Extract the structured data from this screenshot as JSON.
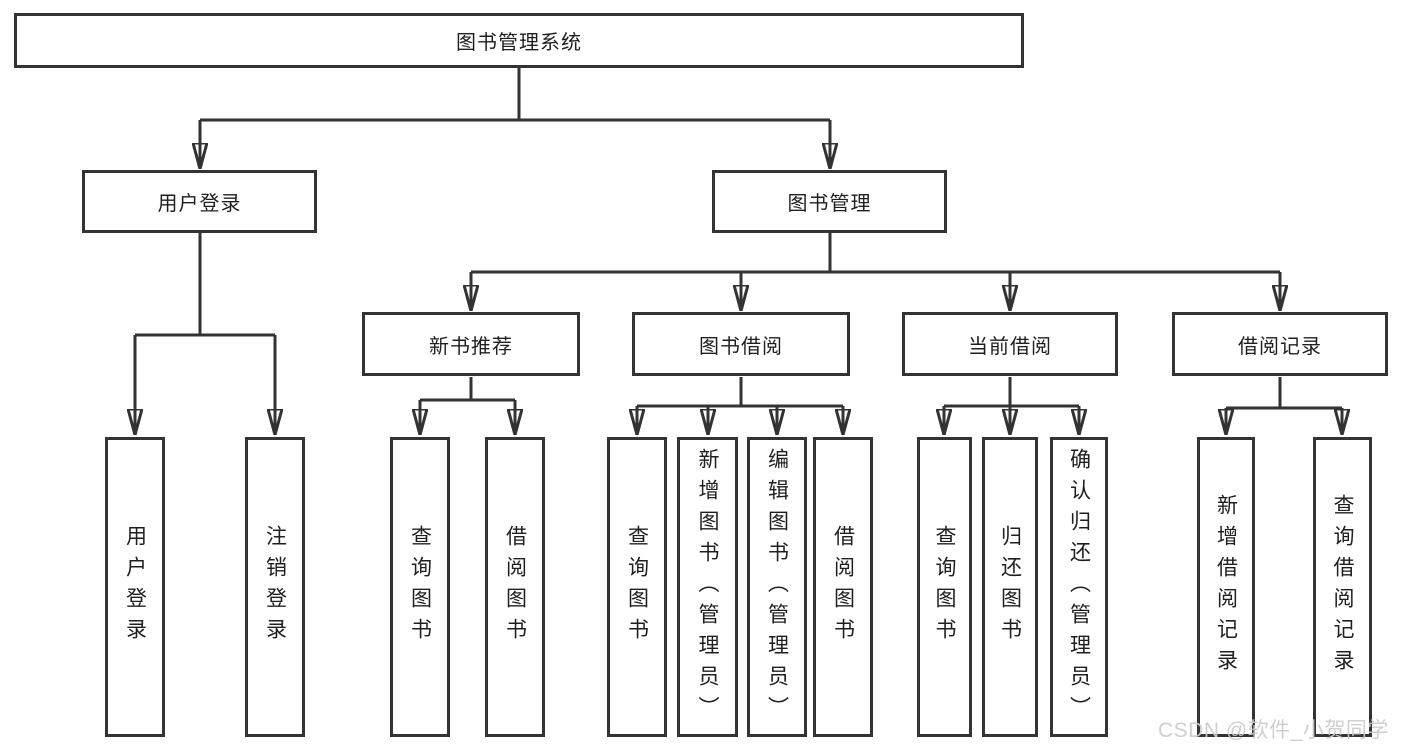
{
  "diagram": {
    "type": "tree",
    "title": "图书管理系统",
    "watermark": "CSDN @软件_小贺同学",
    "colors": {
      "line": "#333333",
      "border": "#333333",
      "background": "#ffffff",
      "text": "#1f1f1f",
      "watermark": "#cbcbcb"
    },
    "nodes": {
      "root": {
        "label": "图书管理系统"
      },
      "login": {
        "label": "用户登录"
      },
      "mgmt": {
        "label": "图书管理"
      },
      "newbook": {
        "label": "新书推荐"
      },
      "bookborrow": {
        "label": "图书借阅"
      },
      "current": {
        "label": "当前借阅"
      },
      "records": {
        "label": "借阅记录"
      },
      "login_user": {
        "label": "用户登录"
      },
      "login_logout": {
        "label": "注销登录"
      },
      "new_query": {
        "label": "查询图书"
      },
      "new_borrow": {
        "label": "借阅图书"
      },
      "bb_query": {
        "label": "查询图书"
      },
      "bb_add": {
        "label": "新增图书（管理员）"
      },
      "bb_edit": {
        "label": "编辑图书（管理员）"
      },
      "bb_borrow": {
        "label": "借阅图书"
      },
      "cur_query": {
        "label": "查询图书"
      },
      "cur_return": {
        "label": "归还图书"
      },
      "cur_confirm": {
        "label": "确认归还（管理员）"
      },
      "rec_add": {
        "label": "新增借阅记录"
      },
      "rec_query": {
        "label": "查询借阅记录"
      }
    },
    "hierarchy": {
      "图书管理系统": [
        "用户登录",
        "图书管理"
      ],
      "用户登录": [
        "用户登录",
        "注销登录"
      ],
      "图书管理": [
        "新书推荐",
        "图书借阅",
        "当前借阅",
        "借阅记录"
      ],
      "新书推荐": [
        "查询图书",
        "借阅图书"
      ],
      "图书借阅": [
        "查询图书",
        "新增图书（管理员）",
        "编辑图书（管理员）",
        "借阅图书"
      ],
      "当前借阅": [
        "查询图书",
        "归还图书",
        "确认归还（管理员）"
      ],
      "借阅记录": [
        "新增借阅记录",
        "查询借阅记录"
      ]
    }
  }
}
